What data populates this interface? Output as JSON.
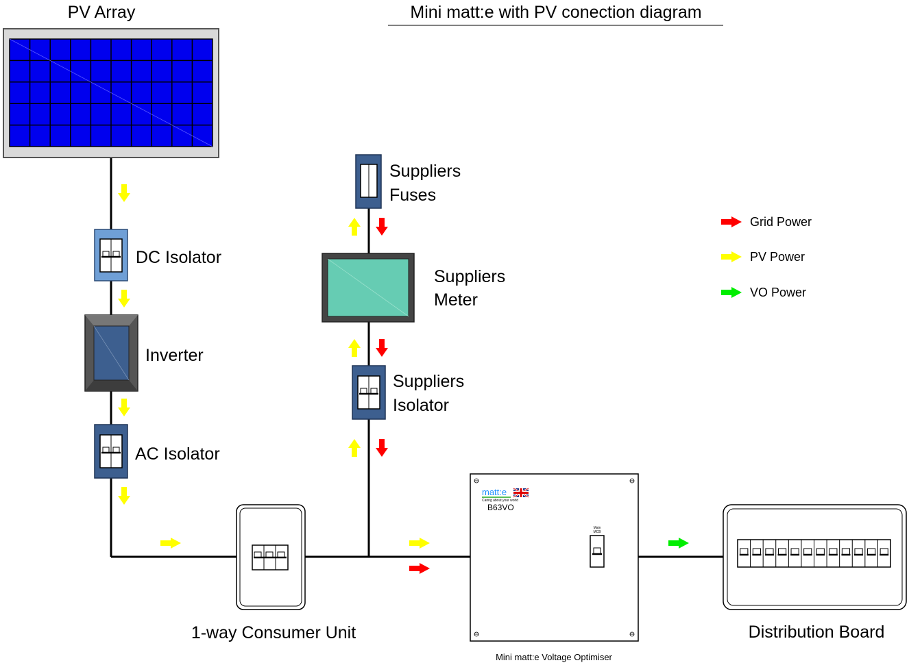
{
  "title": "Mini matt:e with PV conection diagram",
  "labels": {
    "pv_array": "PV Array",
    "dc_isolator": "DC Isolator",
    "inverter": "Inverter",
    "ac_isolator": "AC Isolator",
    "suppliers_fuses_1": "Suppliers",
    "suppliers_fuses_2": "Fuses",
    "suppliers_meter_1": "Suppliers",
    "suppliers_meter_2": "Meter",
    "suppliers_isolator_1": "Suppliers",
    "suppliers_isolator_2": "Isolator",
    "consumer_unit": "1-way Consumer Unit",
    "voltage_optimiser": "Mini matt:e Voltage Optimiser",
    "distribution_board": "Distribution Board"
  },
  "optimiser": {
    "brand": "matt:e",
    "tagline": "Caring about your world",
    "model": "B63VO",
    "mcb_label_1": "Main",
    "mcb_label_2": "MCB"
  },
  "legend": [
    {
      "label": "Grid Power",
      "color": "#ff0000"
    },
    {
      "label": "PV Power",
      "color": "#ffff00"
    },
    {
      "label": "VO Power",
      "color": "#00ee00"
    }
  ],
  "colors": {
    "grid_power": "#ff0000",
    "pv_power": "#ffff00",
    "vo_power": "#00ee00",
    "panel_blue": "#0000ee",
    "isolator_blue": "#3d5f8f",
    "meter_teal": "#66ccb3"
  }
}
